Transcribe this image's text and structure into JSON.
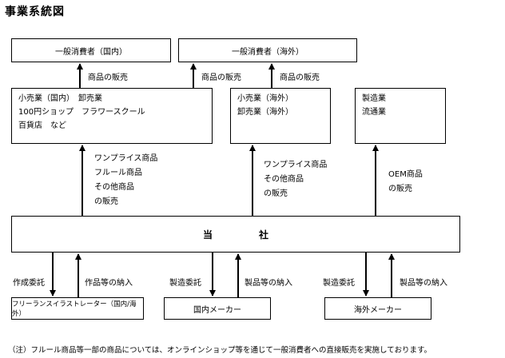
{
  "title": "事業系統図",
  "boxes": {
    "consumer_domestic": "一般消費者（国内）",
    "consumer_overseas": "一般消費者（海外）",
    "retail_domestic": [
      "小売業（国内）　卸売業",
      "100円ショップ　フラワースクール",
      "百貨店　など"
    ],
    "retail_overseas": [
      "小売業（海外）",
      "卸売業（海外）"
    ],
    "manufacturing": [
      "製造業",
      "流通業"
    ],
    "company": [
      "当",
      "社"
    ],
    "freelance": "フリーランスイラストレーター（国内/海外）",
    "domestic_maker": "国内メーカー",
    "overseas_maker": "海外メーカー"
  },
  "labels": {
    "sales_1": "商品の販売",
    "sales_2": "商品の販売",
    "sales_3": "商品の販売",
    "flow_domestic": [
      "ワンプライス商品",
      "フルール商品",
      "その他商品",
      "の販売"
    ],
    "flow_overseas": [
      "ワンプライス商品",
      "その他商品",
      "の販売"
    ],
    "flow_oem": [
      "OEM商品",
      "の販売"
    ],
    "commission_creation": "作成委託",
    "delivery_works": "作品等の納入",
    "commission_mfg_1": "製造委託",
    "delivery_products_1": "製品等の納入",
    "commission_mfg_2": "製造委託",
    "delivery_products_2": "製品等の納入"
  },
  "footnote": "（注）フルール商品等一部の商品については、オンラインショップ等を通じて一般消費者への直接販売を実施しております。"
}
